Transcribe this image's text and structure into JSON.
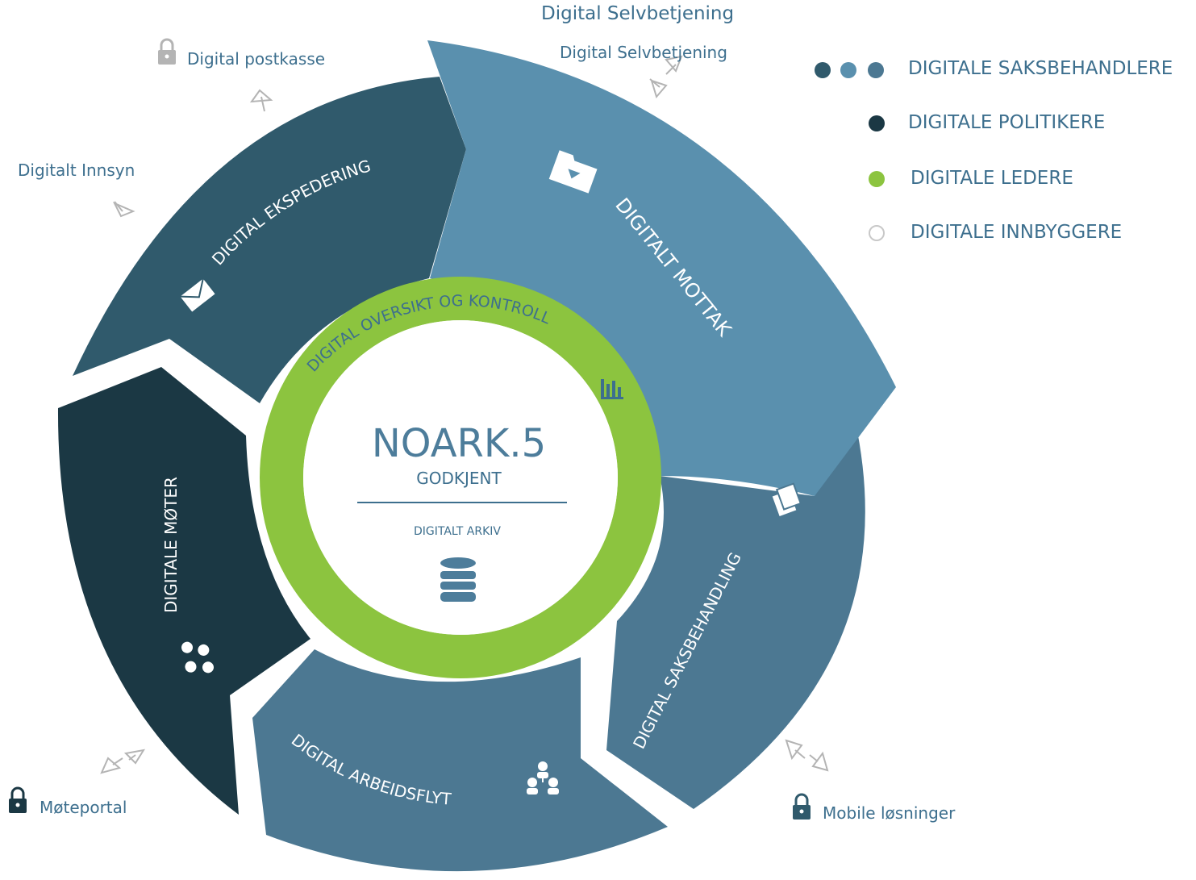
{
  "colors": {
    "segment_dark": "#305a6c",
    "segment_darkest": "#1b3844",
    "segment_light": "#5a90ae",
    "segment_mid": "#4c7892",
    "green": "#8cc43f",
    "text_blue": "#3d6f8e",
    "icon_grey": "#b4b4b4"
  },
  "center": {
    "title": "NOARK.5",
    "subtitle": "GODKJENT",
    "caption": "DIGITALT ARKIV"
  },
  "ring_label": "DIGITAL OVERSIKT OG KONTROLL",
  "segments": {
    "mottak": "DIGITALT MOTTAK",
    "ekspedering": "DIGITAL EKSPEDERING",
    "moter": "DIGITALE MØTER",
    "arbeidsflyt": "DIGITAL ARBEIDSFLYT",
    "saksbehandling": "DIGITAL SAKSBEHANDLING"
  },
  "external": {
    "top_title": "Digital Selvbetjening",
    "selvbetjening": "Digital Selvbetjening",
    "postkasse": "Digital postkasse",
    "innsyn": "Digitalt Innsyn",
    "moteportal": "Møteportal",
    "mobile": "Mobile løsninger"
  },
  "legend": [
    {
      "label": "DIGITALE SAKSBEHANDLERE",
      "dots": [
        "#305a6c",
        "#5a90ae",
        "#4c7892"
      ]
    },
    {
      "label": "DIGITALE POLITIKERE",
      "dots": [
        "#1b3844"
      ]
    },
    {
      "label": "DIGITALE LEDERE",
      "dots": [
        "#8cc43f"
      ]
    },
    {
      "label": "DIGITALE INNBYGGERE",
      "dots": [
        "outline"
      ]
    }
  ],
  "icons": [
    "lock-icon",
    "arrow-icon",
    "envelope-icon",
    "folder-icon",
    "chart-icon",
    "database-icon",
    "people-icon",
    "org-chart-icon",
    "documents-icon"
  ]
}
